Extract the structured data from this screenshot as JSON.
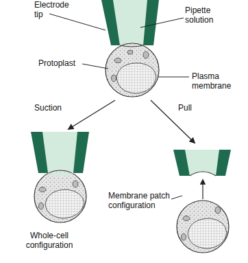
{
  "diagram": {
    "labels": [
      "Electrode tip",
      "Pipette solution",
      "Protoplast",
      "Plasma membrane",
      "Suction",
      "Pull",
      "Membrane patch configuration",
      "Whole-cell configuration"
    ]
  }
}
